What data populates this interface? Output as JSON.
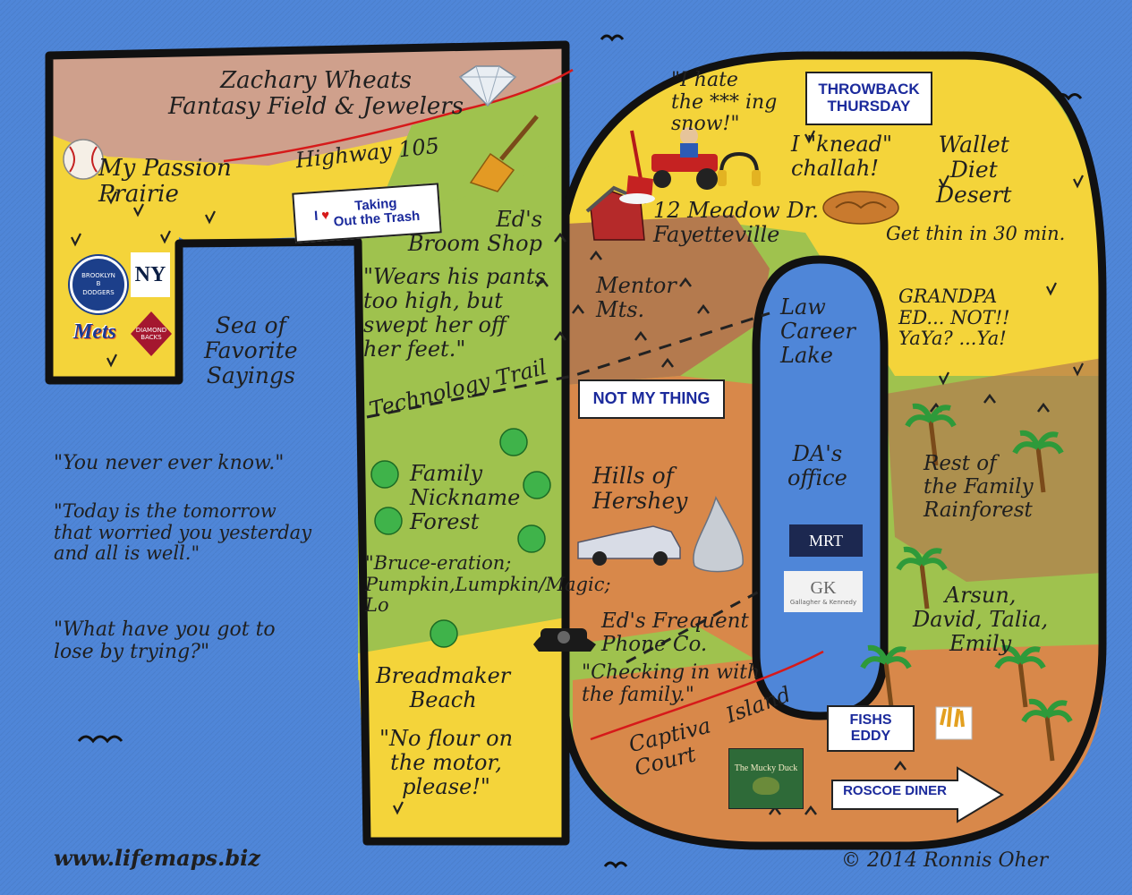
{
  "colors": {
    "water": "#4f86d8",
    "outline": "#111111",
    "yellow": "#f4d43a",
    "green": "#9fc24e",
    "brown": "#b47a4e",
    "orange": "#d8884a",
    "pink": "#cfa08c",
    "road": "#d61a1a",
    "sign_text": "#1b2a9c"
  },
  "regions": {
    "title": "Zachary Wheats\nFantasy Field & Jewelers",
    "passion_prairie": "My Passion\nPrairie",
    "highway": "Highway 105",
    "taking_trash": {
      "heart_icon": "heart-icon",
      "text": "Taking\nOut the Trash",
      "prefix": "I"
    },
    "broom_shop": "Ed's\nBroom Shop",
    "wears_pants": "\"Wears his pants\ntoo high, but\nswept her off\nher feet.\"",
    "sea": "Sea of\nFavorite\nSayings",
    "saying_1": "\"You never ever know.\"",
    "saying_2": "\"Today is the tomorrow\nthat worried you yesterday\nand all is well.\"",
    "saying_3": "\"What have you got to\nlose by trying?\"",
    "website": "www.lifemaps.biz",
    "snow_quote": "\"I hate\nthe *** ing\nsnow!\"",
    "address": "12 Meadow Dr.\nFayetteville",
    "mentor": "Mentor\nMts.",
    "throwback": "THROWBACK\nTHURSDAY",
    "knead": "I \"knead\"\nchallah!",
    "wallet": "Wallet\nDiet\nDesert",
    "get_thin": "Get thin in 30 min.",
    "lake": "Law\nCareer\nLake",
    "da_office": "DA's\noffice",
    "grandpa": "GRANDPA\nED... NOT!!\nYaYa? ...Ya!",
    "technology_trail": "Technology Trail",
    "not_my_thing": "NOT MY THING",
    "nickname_forest": "Family\nNickname\nForest",
    "nicknames": "\"Bruce-eration;\nPumpkin,Lumpkin/Magic;\nLo",
    "hershey": "Hills of\nHershey",
    "rainforest": "Rest of\nthe Family\nRainforest",
    "family_names": "Arsun,\nDavid, Talia,\nEmily",
    "phone_co": "Ed's Frequent\nPhone Co.",
    "checking_in": "\"Checking in with\nthe family.\"",
    "beach": "Breadmaker\nBeach",
    "no_flour": "\"No flour on\nthe motor,\nplease!\"",
    "captiva": "Captiva\nCourt",
    "island": "Island",
    "fishs_eddy": "FISHS\nEDDY",
    "roscoe": "ROSCOE DINER",
    "copyright": "© 2014 Ronnis Oher"
  },
  "logos": {
    "dodgers": "BROOKLYN\nB\nDODGERS",
    "yankees": "NY",
    "mets": "Mets",
    "diamondbacks": "DIAMOND\nBACKS",
    "mrt": "MRT",
    "gk": "GK",
    "gk_sub": "Gallagher & Kennedy",
    "mucky_duck": "The Mucky Duck"
  }
}
